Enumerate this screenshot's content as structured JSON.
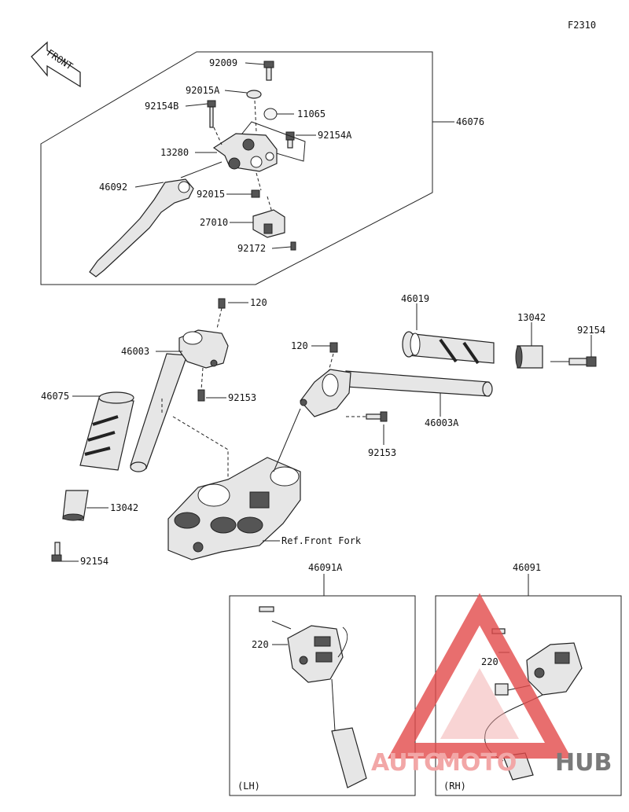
{
  "figure_code": "F2310",
  "front_label": "FRONT",
  "labels": {
    "p92009": "92009",
    "p92015A": "92015A",
    "p92154B": "92154B",
    "p11065": "11065",
    "p92154A": "92154A",
    "p46076": "46076",
    "p13280": "13280",
    "p46092": "46092",
    "p92015": "92015",
    "p27010": "27010",
    "p92172": "92172",
    "p120_left": "120",
    "p46003": "46003",
    "p92153_left": "92153",
    "p46075": "46075",
    "p13042_left": "13042",
    "p92154_left": "92154",
    "p120_right": "120",
    "p46019": "46019",
    "p13042_right": "13042",
    "p92154_right": "92154",
    "p46003A": "46003A",
    "p92153_right": "92153",
    "ref_front_fork": "Ref.Front Fork",
    "p46091A": "46091A",
    "p46091": "46091",
    "p220_left": "220",
    "p220_right": "220",
    "box_lh": "(LH)",
    "box_rh": "(RH)"
  },
  "watermark": {
    "part1": "AUTO",
    "part2": "MOTO",
    "part3": "HUB",
    "color_main": "#f2a7a7",
    "color_accent": "#e34b4b"
  }
}
